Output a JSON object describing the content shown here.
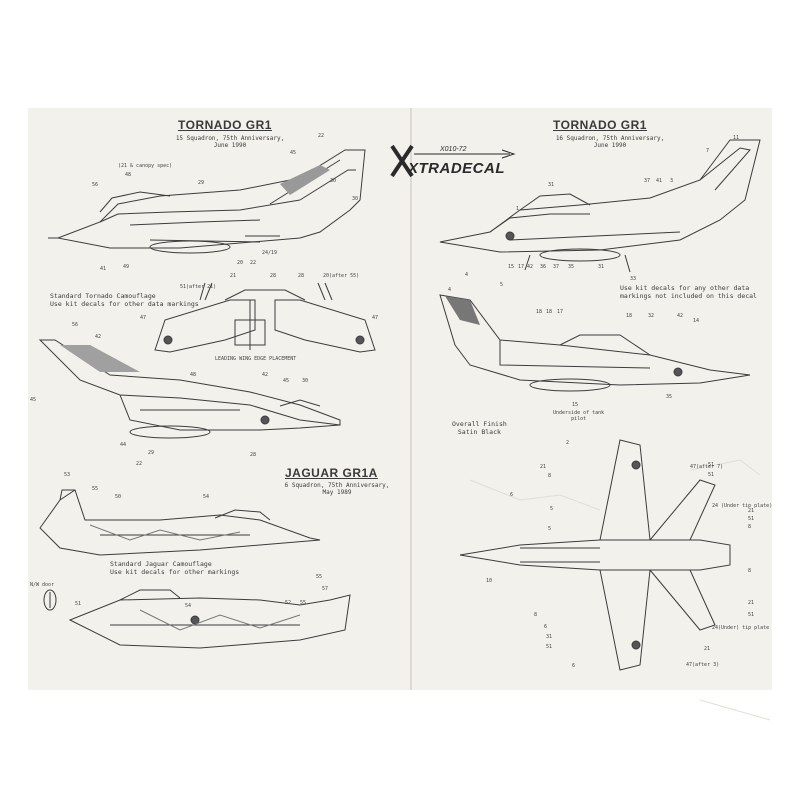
{
  "left": {
    "tornado1": {
      "title": "TORNADO GR1",
      "subtitle": [
        "15 Squadron, 75th Anniversary,",
        "June 1990"
      ],
      "canopy_note": "(21 & canopy spec)",
      "numbers": [
        "22",
        "45",
        "48",
        "30",
        "56",
        "29",
        "30",
        "41",
        "49",
        "20",
        "22",
        "24/19"
      ],
      "wing_note_left": "51(after 21)",
      "wing_note_right": "20(after 55)",
      "wing_numbers": [
        "21",
        "28",
        "28",
        "47",
        "47"
      ],
      "camo_note": [
        "Standard Tornado Camouflage",
        "Use kit decals for other data markings"
      ],
      "wing_caption": "LEADING WING EDGE PLACEMENT"
    },
    "tornado2": {
      "numbers": [
        "56",
        "42",
        "45",
        "48",
        "42",
        "45",
        "30",
        "44",
        "29",
        "22",
        "28"
      ]
    },
    "jaguar": {
      "title": "JAGUAR GR1A",
      "subtitle": [
        "6 Squadron, 75th Anniversary,",
        "May 1989"
      ],
      "numbers": [
        "53",
        "55",
        "50",
        "54"
      ],
      "camo_note": [
        "Standard Jaguar Camouflage",
        "Use kit decals for other markings"
      ],
      "door_note": "N/W door",
      "door_number": "51",
      "numbers2": [
        "55",
        "57",
        "54",
        "52",
        "55"
      ]
    }
  },
  "right": {
    "brand": {
      "name": "XTRADECAL",
      "scale": "X010-72"
    },
    "tornado1": {
      "title": "TORNADO GR1",
      "subtitle": [
        "16 Squadron, 75th Anniversary,",
        "June 1990"
      ],
      "numbers": [
        "11",
        "7",
        "31",
        "37",
        "41",
        "3",
        "1",
        "15",
        "17",
        "42",
        "36",
        "37",
        "35",
        "31",
        "33"
      ],
      "kit_note": [
        "Use kit decals for any other data",
        "markings not included on this decal"
      ]
    },
    "tornado2": {
      "numbers": [
        "4",
        "5",
        "4",
        "18",
        "18",
        "17",
        "18",
        "32",
        "42",
        "14",
        "35",
        "15"
      ],
      "underside_note": [
        "Underside of tank",
        "pilot"
      ],
      "finish_note": [
        "Overall Finish",
        "Satin Black"
      ]
    },
    "plan": {
      "notes": [
        "47(after 7)",
        "24 (Under tip plate)",
        "24(Under) tip plate",
        "47(after 3)"
      ],
      "numbers": [
        "2",
        "21",
        "8",
        "51",
        "51",
        "6",
        "5",
        "8",
        "5",
        "21",
        "51",
        "8",
        "10",
        "21",
        "51",
        "8",
        "6",
        "31",
        "51",
        "21",
        "6"
      ]
    }
  }
}
